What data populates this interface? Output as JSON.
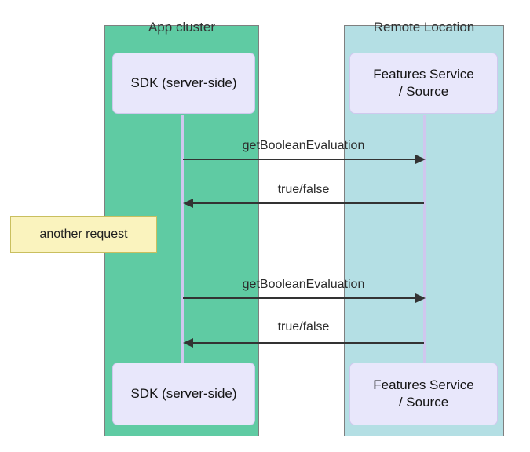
{
  "diagram": {
    "type": "sequence-diagram",
    "actors": [
      {
        "label": "App cluster",
        "participant": "SDK (server-side)"
      },
      {
        "label": "Remote Location",
        "participant": "Features Service\n/ Source"
      }
    ],
    "messages": [
      {
        "from": "SDK (server-side)",
        "to": "Features Service / Source",
        "direction": "right",
        "label": "getBooleanEvaluation"
      },
      {
        "from": "Features Service / Source",
        "to": "SDK (server-side)",
        "direction": "left",
        "label": "true/false"
      },
      {
        "from": "SDK (server-side)",
        "to": "Features Service / Source",
        "direction": "right",
        "label": "getBooleanEvaluation"
      },
      {
        "from": "Features Service / Source",
        "to": "SDK (server-side)",
        "direction": "left",
        "label": "true/false"
      }
    ],
    "note": {
      "label": "another request"
    },
    "colors": {
      "app_cluster_fill": "#5fcba3",
      "remote_location_fill": "#b4dfe4",
      "participant_fill": "#e8e7fb",
      "participant_border": "#cfc9ee",
      "lifeline": "#cfc7ee",
      "arrow": "#333333",
      "note_fill": "#faf3be",
      "note_border": "#c9bf5f",
      "group_border": "#7f7f7f"
    }
  }
}
